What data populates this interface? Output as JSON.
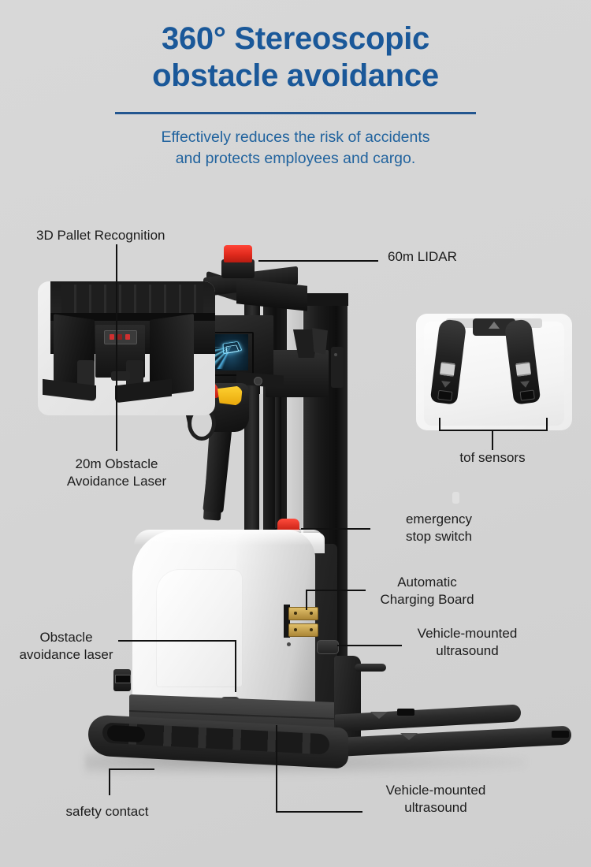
{
  "header": {
    "title_line1": "360° Stereoscopic",
    "title_line2": "obstacle avoidance",
    "subtitle_line1": "Effectively reduces the risk of accidents",
    "subtitle_line2": "and protects employees and cargo.",
    "title_color": "#1a5899",
    "subtitle_color": "#21639e",
    "rule_color": "#23568f"
  },
  "background_color": "#d5d5d5",
  "callouts": [
    {
      "id": "pallet-recognition",
      "label": "3D Pallet Recognition"
    },
    {
      "id": "lidar",
      "label": "60m LIDAR"
    },
    {
      "id": "obstacle-laser-20m",
      "label": "20m Obstacle\nAvoidance Laser"
    },
    {
      "id": "tof-sensors",
      "label": "tof sensors"
    },
    {
      "id": "emergency-stop",
      "label": "emergency\nstop switch"
    },
    {
      "id": "auto-charging-board",
      "label": "Automatic\nCharging Board"
    },
    {
      "id": "ultrasound-upper",
      "label": "Vehicle-mounted\nultrasound"
    },
    {
      "id": "obstacle-avoidance-laser",
      "label": "Obstacle\navoidance laser"
    },
    {
      "id": "safety-contact",
      "label": "safety contact"
    },
    {
      "id": "ultrasound-lower",
      "label": "Vehicle-mounted\nultrasound"
    }
  ],
  "vehicle": {
    "type": "electric pallet stacker",
    "accent_colors": {
      "lidar_red": "#e02a1c",
      "estop_red": "#c51f13",
      "handle_yellow": "#e8a70a",
      "charging_contact_gold": "#c7a14e",
      "body_white": "#f7f7f7",
      "body_black": "#262626",
      "screen_blue": "#6ed7ff"
    }
  }
}
